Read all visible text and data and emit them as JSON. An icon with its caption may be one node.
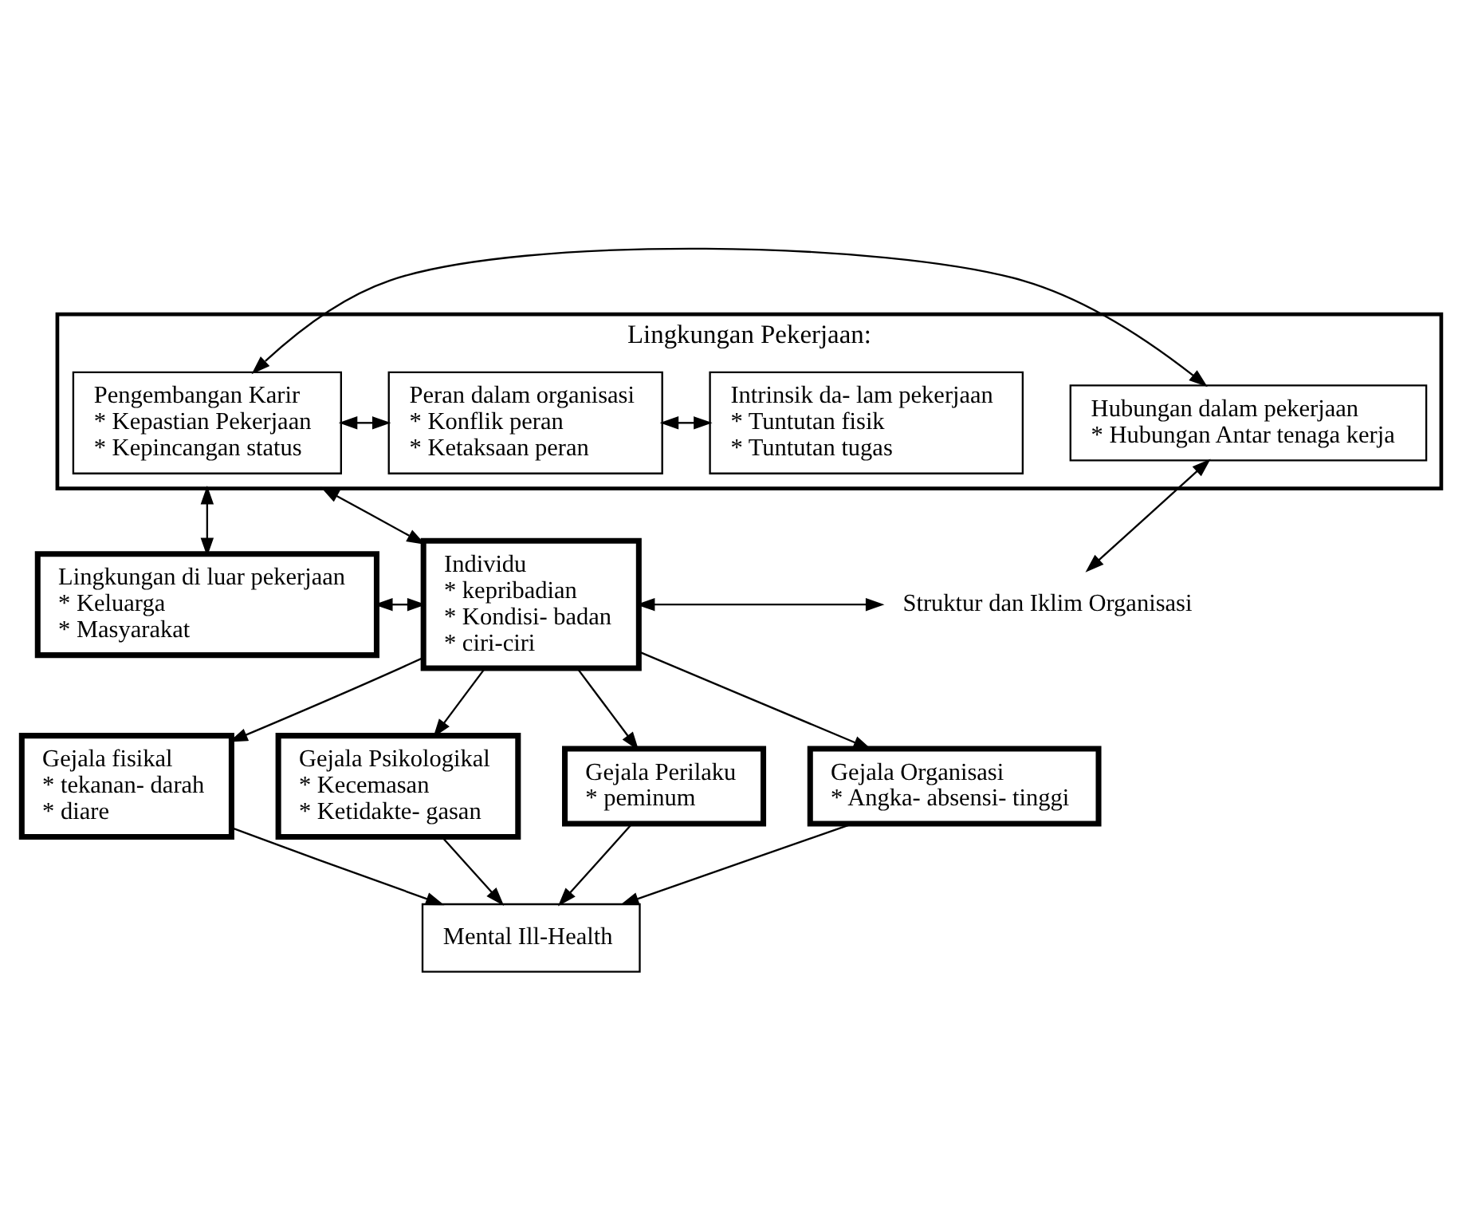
{
  "diagram": {
    "nodes": [
      {
        "text": [
          "Lingkungan Pekerjaan:"
        ]
      },
      {
        "text": [
          "Intrinsik da- lam pekerjaan",
          "* Tuntutan fisik",
          "* Tuntutan tugas"
        ],
        "in": 0
      },
      {
        "text": [
          "Peran dalam organisasi",
          "* Konflik peran",
          "* Ketaksaan peran"
        ],
        "in": 0
      },
      {
        "text": [
          "Pengembangan Karir",
          "* Kepastian Pekerjaan",
          "* Kepincangan status"
        ],
        "in": 0
      },
      {
        "text": [
          "Hubungan dalam pekerjaan",
          "* Hubungan Antar tenaga kerja"
        ],
        "in": 0
      },
      {
        "text": [
          "Struktur dan Iklim Organisasi"
        ]
      },
      {
        "text": [
          "Lingkungan di luar pekerjaan",
          "* Keluarga",
          "* Masyarakat"
        ]
      },
      {
        "text": [
          "Individu",
          "* kepribadian",
          "* Kondisi- badan",
          "* ciri-ciri"
        ]
      },
      {
        "text": [
          "Gejala fisikal",
          "* tekanan- darah",
          "* diare"
        ]
      },
      {
        "text": [
          "Gejala Psikologikal",
          "* Kecemasan",
          "* Ketidakte- gasan"
        ]
      },
      {
        "text": [
          "Gejala Perilaku",
          "* peminum"
        ]
      },
      {
        "text": [
          "Gejala Organisasi",
          "* Angka- absensi- tinggi"
        ]
      },
      {
        "text": [
          "Mental Ill-Health"
        ]
      }
    ],
    "edges": [
      {
        "from": 1,
        "to": 2,
        "arrow": "both"
      },
      {
        "from": 2,
        "to": 3,
        "arrow": "both"
      },
      {
        "from": 3,
        "to": 4,
        "arrow": "both"
      },
      {
        "from": 4,
        "to": 5,
        "arrow": "both"
      },
      {
        "from": 0,
        "to": 6,
        "arrow": "both"
      },
      {
        "from": 0,
        "to": 7,
        "arrow": "both"
      },
      {
        "from": 6,
        "to": 7,
        "arrow": "both"
      },
      {
        "from": 7,
        "to": 5,
        "arrow": "both"
      },
      {
        "from": 7,
        "to": 8,
        "arrow": "to"
      },
      {
        "from": 7,
        "to": 9,
        "arrow": "to"
      },
      {
        "from": 7,
        "to": 10,
        "arrow": "to"
      },
      {
        "from": 7,
        "to": 11,
        "arrow": "to"
      },
      {
        "from": 8,
        "to": 12,
        "arrow": "to"
      },
      {
        "from": 9,
        "to": 12,
        "arrow": "to"
      },
      {
        "from": 10,
        "to": 12,
        "arrow": "to"
      },
      {
        "from": 11,
        "to": 12,
        "arrow": "to"
      }
    ]
  }
}
